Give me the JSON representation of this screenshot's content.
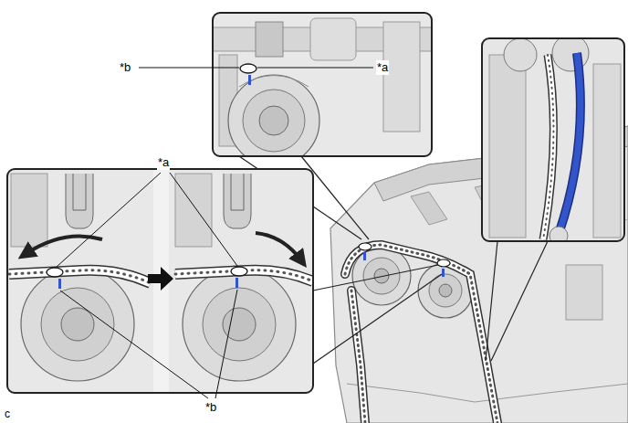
{
  "diagram": {
    "labels": [
      "*b",
      "*a",
      "*a",
      "*b",
      "c"
    ]
  }
}
